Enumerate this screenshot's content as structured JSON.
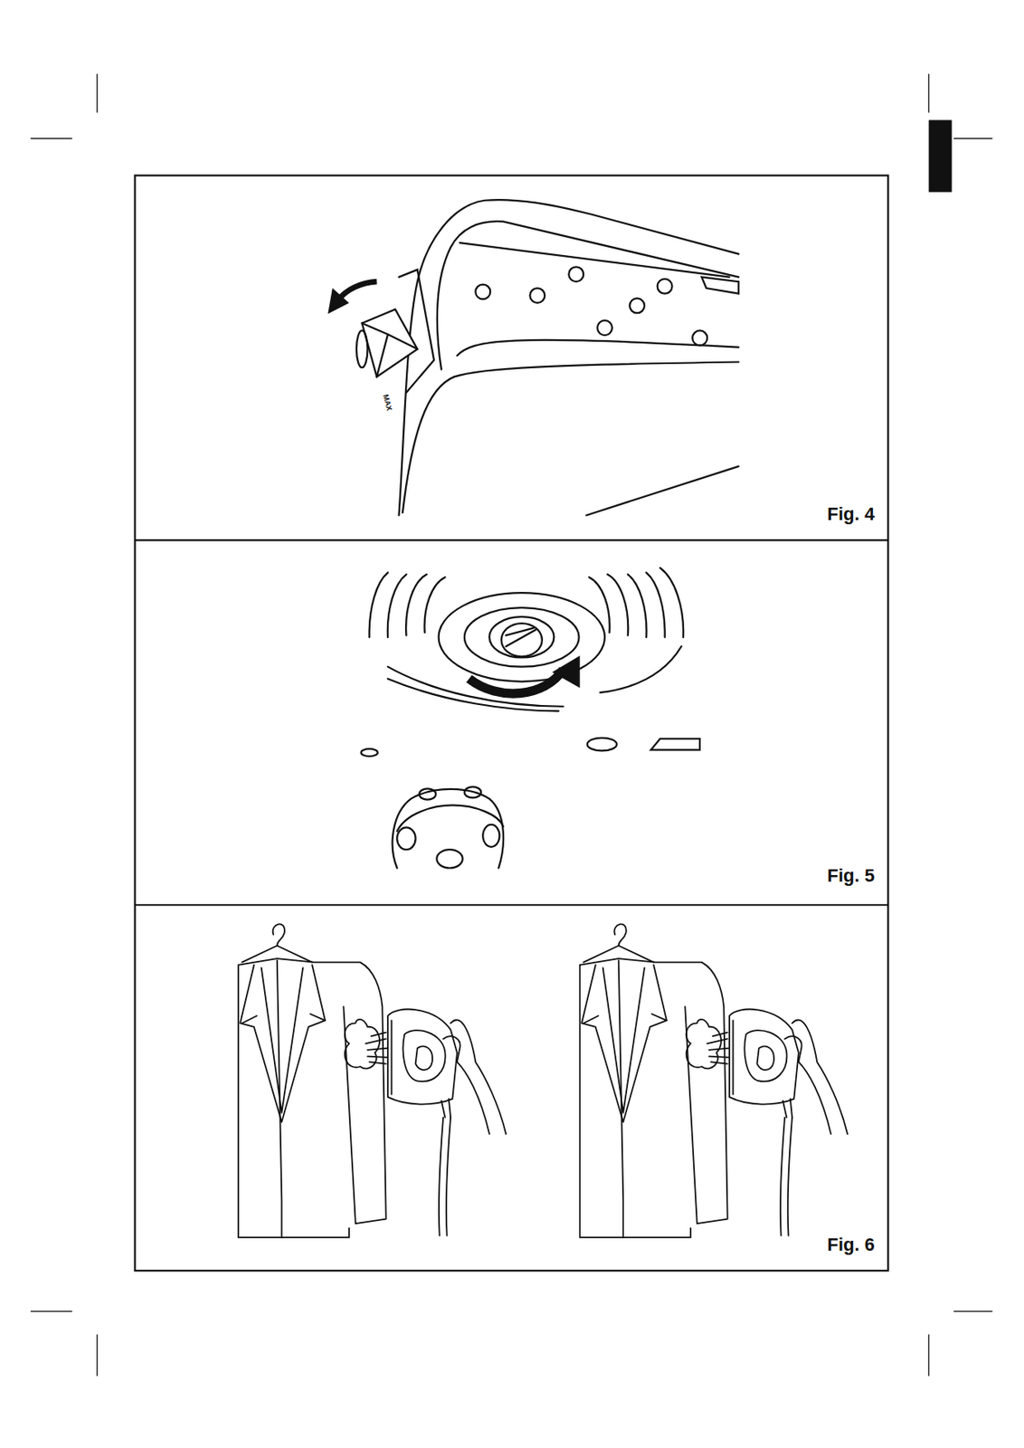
{
  "diagram": {
    "labels": [
      "MAX",
      "Fig. 4",
      "Fig. 5",
      "Fig. 6"
    ]
  }
}
